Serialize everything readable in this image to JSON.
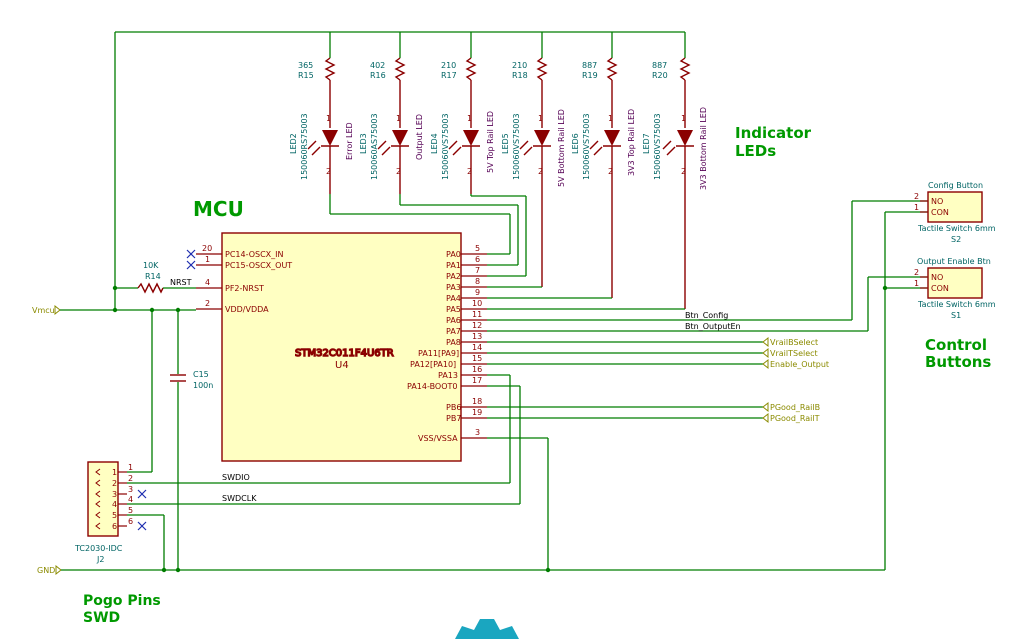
{
  "titles": {
    "mcu": "MCU",
    "indicator_1": "Indicator",
    "indicator_2": "LEDs",
    "control_1": "Control",
    "control_2": "Buttons",
    "pogo_1": "Pogo Pins",
    "pogo_2": "SWD"
  },
  "resistors": [
    {
      "value": "365",
      "ref": "R15"
    },
    {
      "value": "402",
      "ref": "R16"
    },
    {
      "value": "210",
      "ref": "R17"
    },
    {
      "value": "210",
      "ref": "R18"
    },
    {
      "value": "887",
      "ref": "R19"
    },
    {
      "value": "887",
      "ref": "R20"
    }
  ],
  "leds": [
    {
      "ref": "LED2",
      "part": "150060RS75003",
      "label": "Error LED"
    },
    {
      "ref": "LED3",
      "part": "150060AS75003",
      "label": "Output LED"
    },
    {
      "ref": "LED4",
      "part": "150060VS75003",
      "label": "5V Top Rail LED"
    },
    {
      "ref": "LED5",
      "part": "150060VS75003",
      "label": "5V Bottom Rail LED"
    },
    {
      "ref": "LED6",
      "part": "150060VS75003",
      "label": "3V3 Top Rail LED"
    },
    {
      "ref": "LED7",
      "part": "150060VS75003",
      "label": "3V3 Bottom Rail LED"
    }
  ],
  "mcu": {
    "ref": "U4",
    "part": "STM32C011F4U6TR",
    "left_pins": [
      {
        "num": "20",
        "name": "PC14-OSCX_IN"
      },
      {
        "num": "1",
        "name": "PC15-OSCX_OUT"
      },
      {
        "num": "4",
        "name": "PF2-NRST"
      },
      {
        "num": "2",
        "name": "VDD/VDDA"
      }
    ],
    "right_pins": [
      {
        "num": "5",
        "name": "PA0"
      },
      {
        "num": "6",
        "name": "PA1"
      },
      {
        "num": "7",
        "name": "PA2"
      },
      {
        "num": "8",
        "name": "PA3"
      },
      {
        "num": "9",
        "name": "PA4"
      },
      {
        "num": "10",
        "name": "PA5"
      },
      {
        "num": "11",
        "name": "PA6"
      },
      {
        "num": "12",
        "name": "PA7"
      },
      {
        "num": "13",
        "name": "PA8"
      },
      {
        "num": "14",
        "name": "PA11[PA9]"
      },
      {
        "num": "15",
        "name": "PA12[PA10]"
      },
      {
        "num": "16",
        "name": "PA13"
      },
      {
        "num": "17",
        "name": "PA14-BOOT0"
      },
      {
        "num": "18",
        "name": "PB6"
      },
      {
        "num": "19",
        "name": "PB7"
      },
      {
        "num": "3",
        "name": "VSS/VSSA"
      }
    ]
  },
  "r14": {
    "value": "10K",
    "ref": "R14"
  },
  "c15": {
    "ref": "C15",
    "value": "100n"
  },
  "nets": {
    "vmcu": "Vmcu",
    "gnd": "GND",
    "nrst": "NRST",
    "btn_config": "Btn_Config",
    "btn_outputen": "Btn_OutputEn",
    "swdio": "SWDIO",
    "swdclk": "SWDCLK"
  },
  "global_labels": [
    "VrailBSelect",
    "VrailTSelect",
    "Enable_Output",
    "PGood_RailB",
    "PGood_RailT"
  ],
  "switches": [
    {
      "title": "Config Button",
      "part": "Tactile Switch 6mm",
      "ref": "S2",
      "pin_no": "NO",
      "pin_con": "CON",
      "num_no": "2",
      "num_con": "1"
    },
    {
      "title": "Output Enable Btn",
      "part": "Tactile Switch 6mm",
      "ref": "S1",
      "pin_no": "NO",
      "pin_con": "CON",
      "num_no": "2",
      "num_con": "1"
    }
  ],
  "connector": {
    "ref": "J2",
    "part": "TC2030-IDC",
    "pins": [
      "1",
      "2",
      "3",
      "4",
      "5",
      "6"
    ],
    "inner_pins": [
      "1",
      "2",
      "3",
      "4",
      "5",
      "6"
    ]
  },
  "colors": {
    "wire": "#007d00",
    "component": "#8b0000",
    "component_fill": "#ffffc2",
    "title": "#009900",
    "global_label": "#550055",
    "reference": "#006464"
  }
}
